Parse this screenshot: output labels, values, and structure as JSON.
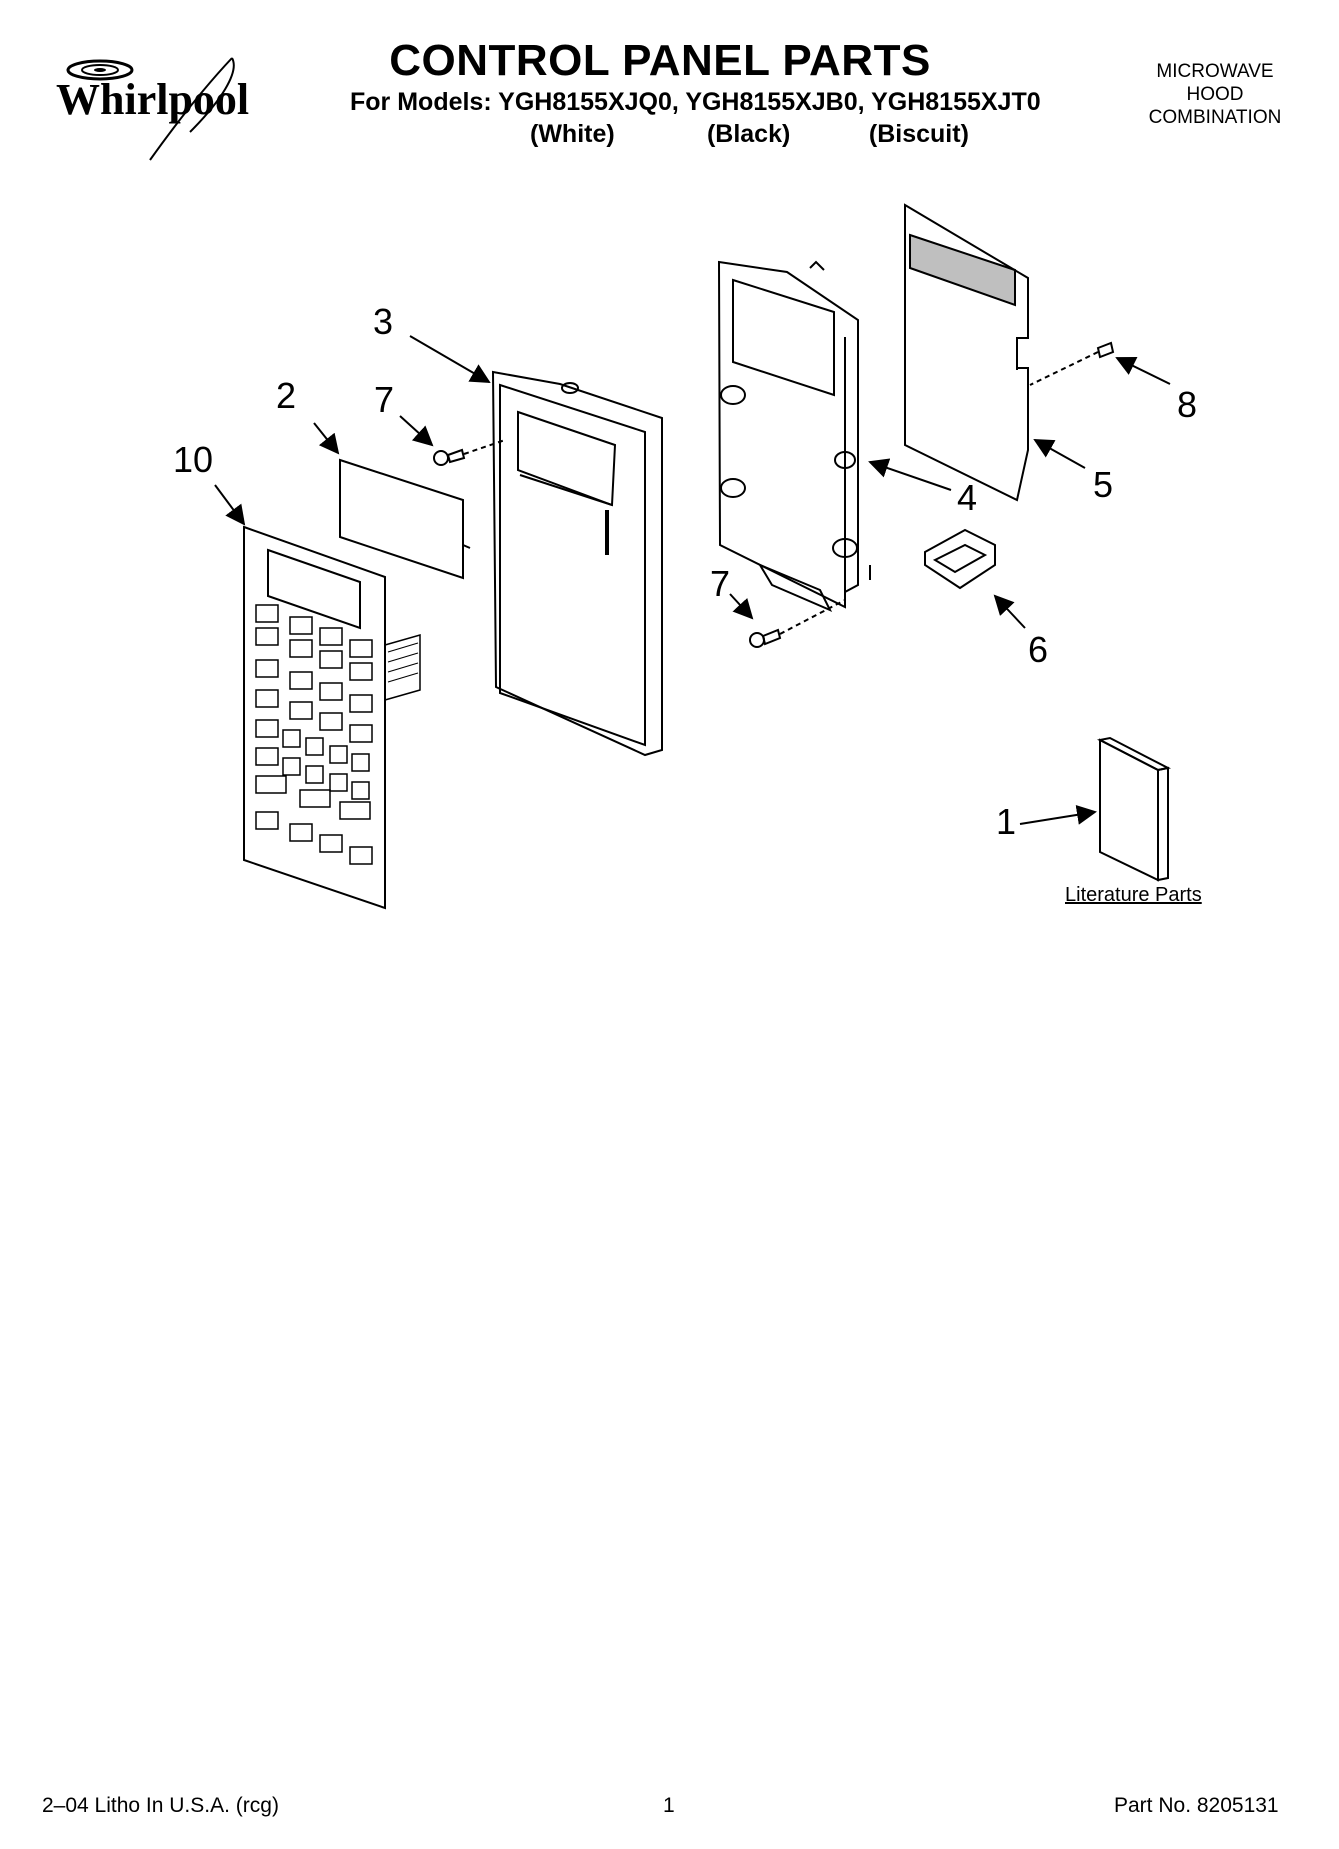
{
  "brand": {
    "logo_text": "Whirlpool"
  },
  "header": {
    "title": "CONTROL PANEL PARTS",
    "models_line": "For Models: YGH8155XJQ0, YGH8155XJB0, YGH8155XJT0",
    "colors": [
      "(White)",
      "(Black)",
      "(Biscuit)"
    ],
    "category_lines": [
      "MICROWAVE",
      "HOOD",
      "COMBINATION"
    ]
  },
  "diagram": {
    "callouts": [
      "1",
      "2",
      "3",
      "4",
      "5",
      "6",
      "7",
      "7",
      "8",
      "10"
    ],
    "literature_label": "Literature Parts"
  },
  "footer": {
    "litho": "2–04 Litho In U.S.A. (rcg)",
    "page": "1",
    "part_no": "Part No. 8205131"
  }
}
